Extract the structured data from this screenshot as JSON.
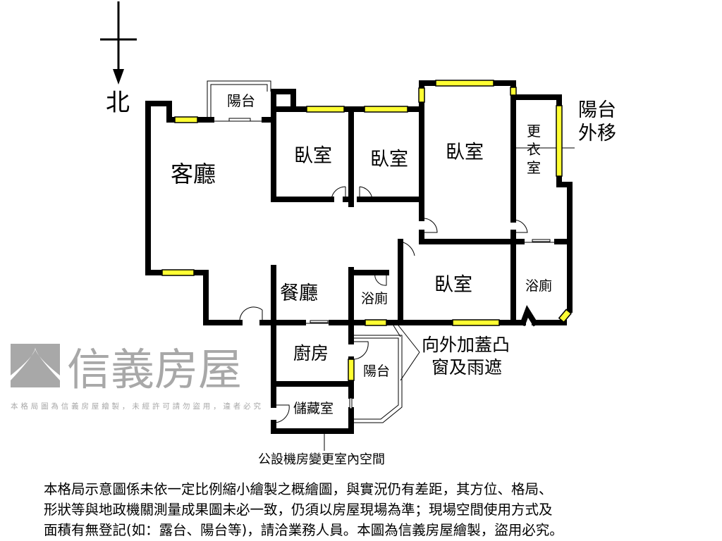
{
  "compass": {
    "north_label": "北"
  },
  "rooms": {
    "living_room": "客廳",
    "balcony_top": "陽台",
    "bedroom_1": "臥室",
    "bedroom_2": "臥室",
    "bedroom_3": "臥室",
    "bedroom_4": "臥室",
    "closet": [
      "更",
      "衣",
      "室"
    ],
    "dining": "餐廳",
    "bath_1": "浴廁",
    "bath_2": "浴廁",
    "kitchen": "廚房",
    "balcony_kitchen": "陽台",
    "storage": "儲藏室"
  },
  "annotations": {
    "balcony_moved": [
      "陽台",
      "外移"
    ],
    "bay_window": [
      "向外加蓋凸",
      "窗及雨遮"
    ],
    "machine_room": "公設機房變更室內空間"
  },
  "watermark": {
    "brand": "信義房屋",
    "notice": "本格局圖為信義房屋繪製，未經許可請勿盜用，違者必究"
  },
  "disclaimer": [
    "本格局示意圖係未依一定比例縮小繪製之概繪圖，與實況仍有差距，其方位、格局、",
    "形狀等與地政機關測量成果圖未必一致，仍須以房屋現場為準；現場空間使用方式及",
    "面積有無登記(如：露台、陽台等)，請洽業務人員。本圖為信義房屋繪製，盜用必究。"
  ],
  "colors": {
    "window": "#ffff33",
    "wall": "#000000",
    "watermark": "#a8a8a8"
  }
}
